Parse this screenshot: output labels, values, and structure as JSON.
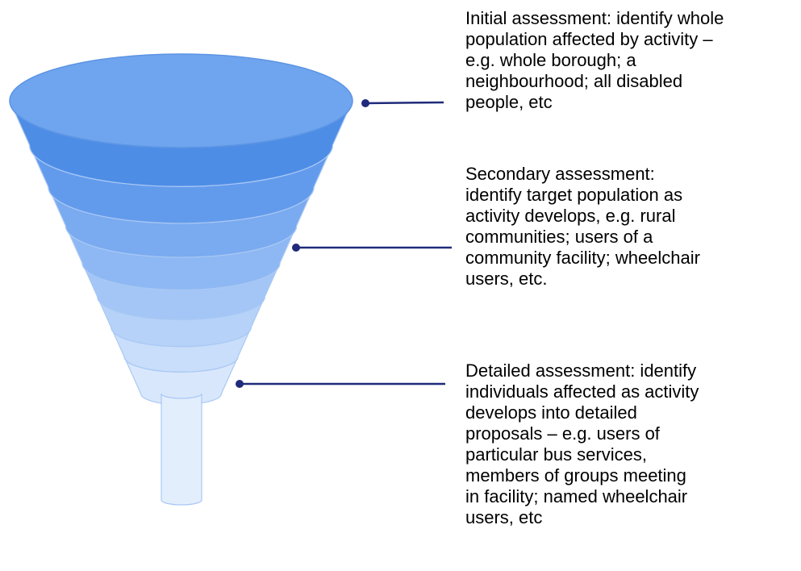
{
  "diagram": {
    "colors": {
      "rim_fill": "#6FA5EE",
      "rim_stroke": "#5C94E4",
      "band_1": "#4D8DE6",
      "band_2": "#639BEC",
      "band_3": "#7AAAF0",
      "band_4": "#8DB8F3",
      "band_5": "#A3C6F6",
      "band_6": "#B6D2F8",
      "band_7": "#C9DEFA",
      "band_8": "#D9E7FC",
      "stem_fill": "#E3EEFD",
      "band_stroke": "#A9C8F4",
      "connector": "#1F2A7A"
    },
    "assessments": [
      {
        "id": "initial",
        "text": "Initial assessment: identify whole\npopulation affected by activity –\ne.g. whole borough; a\nneighbourhood; all disabled\npeople, etc"
      },
      {
        "id": "secondary",
        "text": "Secondary assessment:\nidentify target population as\nactivity develops, e.g. rural\ncommunities; users of a\ncommunity facility; wheelchair\nusers, etc."
      },
      {
        "id": "detailed",
        "text": "Detailed assessment: identify\nindividuals affected as activity\ndevelops into detailed\nproposals – e.g. users of\nparticular bus services,\nmembers of groups meeting\nin facility; named wheelchair\nusers, etc"
      }
    ]
  }
}
